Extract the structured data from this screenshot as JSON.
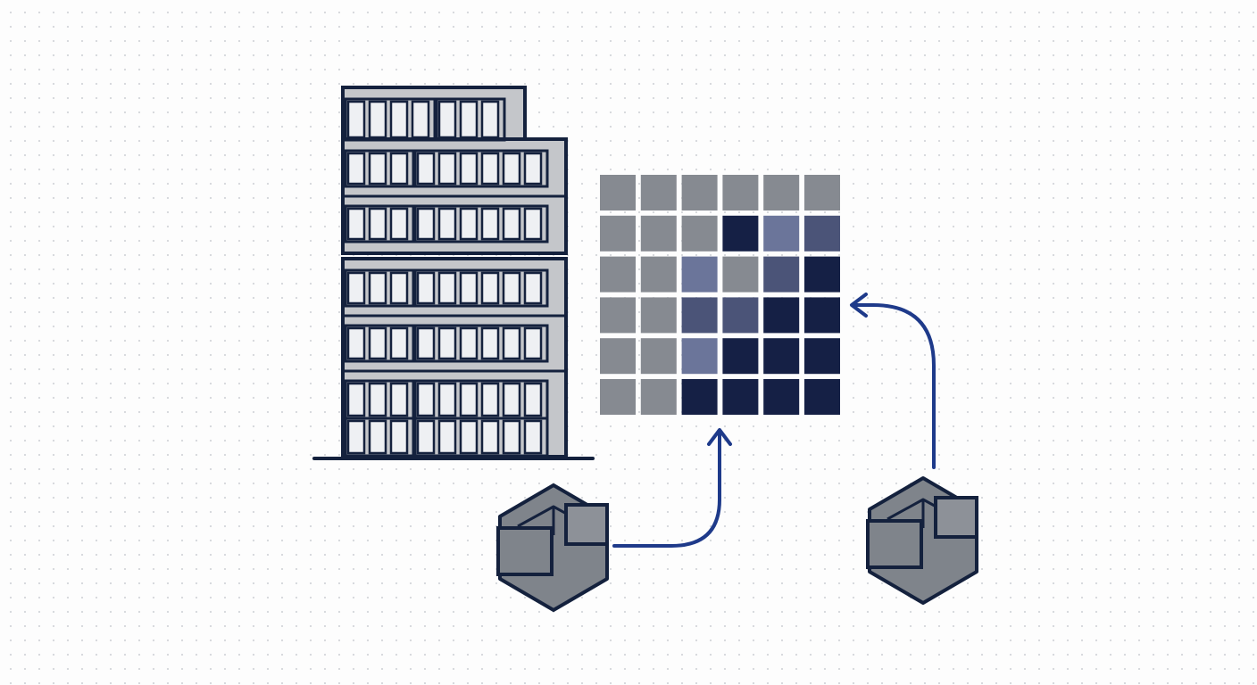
{
  "colors": {
    "background": "#fdfdfd",
    "outline": "#14213d",
    "building_fill": "#c4c6ca",
    "window_fill": "#eef0f3",
    "arrow": "#1e3a8a",
    "cube_fill": "#7f848b",
    "cube_light": "#8d9198"
  },
  "grid": {
    "rows": 6,
    "cols": 6,
    "palette": [
      "#868a91",
      "#6b759a",
      "#4b5478",
      "#152045"
    ],
    "cells": [
      [
        0,
        0,
        0,
        0,
        0,
        0
      ],
      [
        0,
        0,
        0,
        3,
        1,
        2
      ],
      [
        0,
        0,
        1,
        0,
        2,
        3
      ],
      [
        0,
        0,
        2,
        2,
        3,
        3
      ],
      [
        0,
        0,
        1,
        3,
        3,
        3
      ],
      [
        0,
        0,
        3,
        3,
        3,
        3
      ]
    ]
  },
  "icons": {
    "building": "office-building-icon",
    "grid": "heatmap-grid-icon",
    "package_left": "package-cube-icon",
    "package_right": "package-cube-icon",
    "arrow": "curved-arrow-icon"
  }
}
